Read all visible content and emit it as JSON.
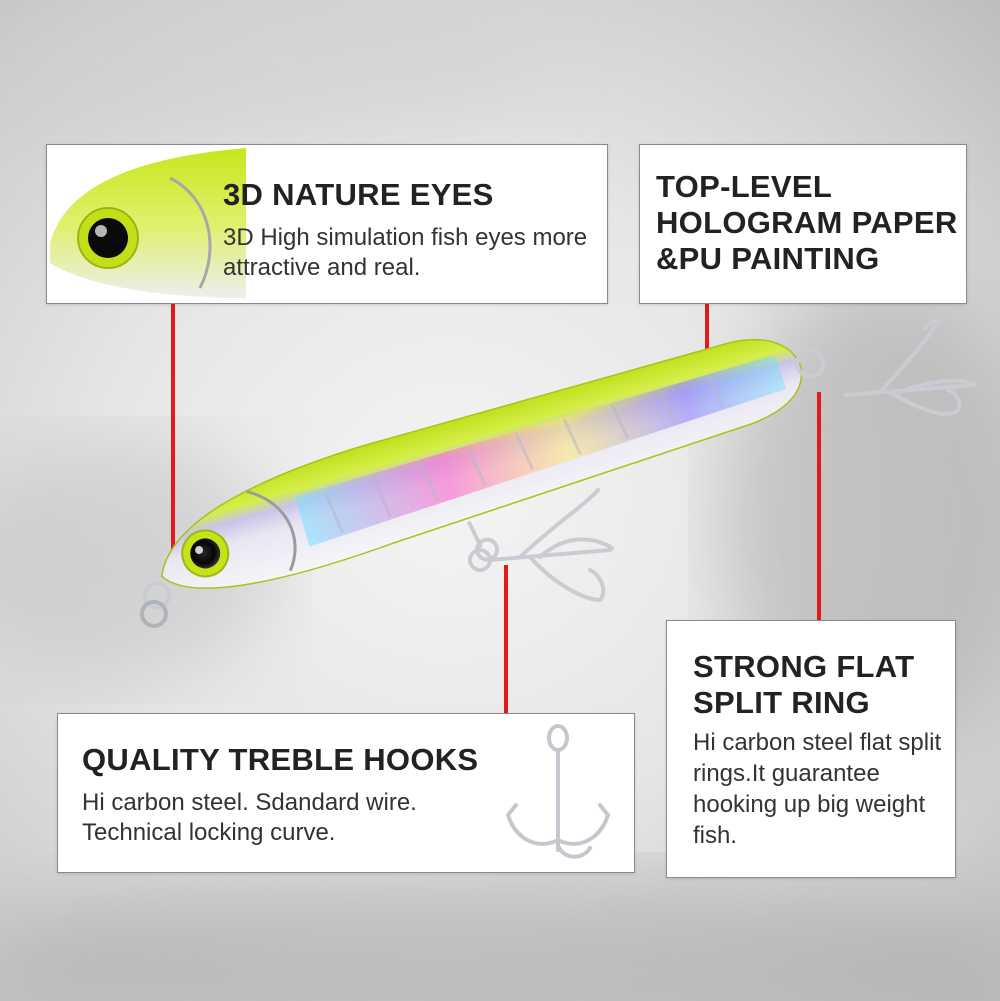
{
  "callouts": {
    "eyes": {
      "title": "3D NATURE EYES",
      "description": "3D High simulation fish eyes more attractive and real."
    },
    "hologram": {
      "title": "TOP-LEVEL HOLOGRAM PAPER &PU PAINTING"
    },
    "split_ring": {
      "title": "STRONG FLAT SPLIT RING",
      "description": "Hi carbon steel flat split rings.It guarantee hooking up big weight fish."
    },
    "hooks": {
      "title": "QUALITY TREBLE HOOKS",
      "description": "Hi carbon steel. Sdandard wire. Technical locking curve."
    }
  },
  "colors": {
    "leader_line": "#e11b1b",
    "lure_back": "#c8e61e",
    "lure_belly": "#f2f2f4",
    "hook_steel": "#c9ccd2"
  }
}
